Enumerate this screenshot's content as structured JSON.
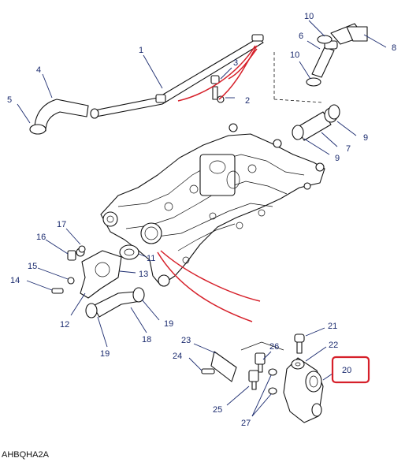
{
  "reference_code": "AHBQHA2A",
  "highlighted_callout": "20",
  "colors": {
    "callout_text": "#1a2a6e",
    "highlight_box": "#d6202a",
    "wire": "#d6202a",
    "line_art": "#111111"
  },
  "callouts": {
    "c1": "1",
    "c2": "2",
    "c3": "3",
    "c4": "4",
    "c5": "5",
    "c6": "6",
    "c7": "7",
    "c8": "8",
    "c9a": "9",
    "c9b": "9",
    "c10a": "10",
    "c10b": "10",
    "c11": "11",
    "c12": "12",
    "c13": "13",
    "c14": "14",
    "c15": "15",
    "c16": "16",
    "c17": "17",
    "c18": "18",
    "c19a": "19",
    "c19b": "19",
    "c20": "20",
    "c21": "21",
    "c22": "22",
    "c23": "23",
    "c24": "24",
    "c25": "25",
    "c26": "26",
    "c27": "27"
  }
}
